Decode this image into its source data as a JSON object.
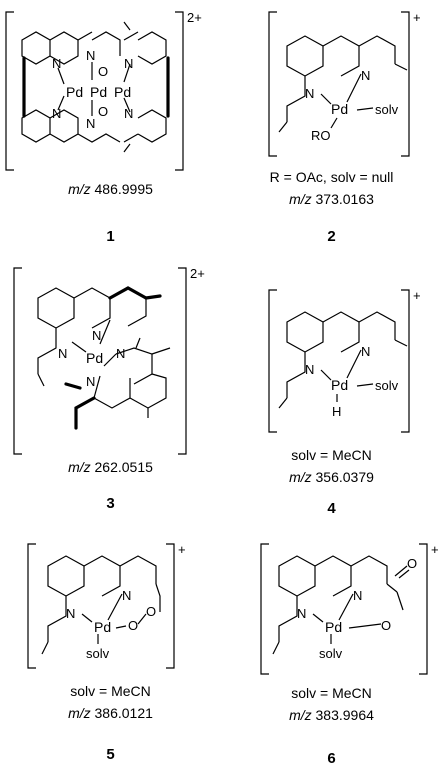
{
  "compounds": [
    {
      "number": "1",
      "charge": "2+",
      "atoms": {
        "pd_left": "Pd",
        "pd_mid": "Pd",
        "pd_right": "Pd",
        "n_a": "N",
        "n_b": "N",
        "n_c": "N",
        "n_d": "N",
        "n_e": "N",
        "n_f": "N",
        "o_top": "O",
        "o_bot": "O"
      },
      "mz_prefix": "m/z",
      "mz_value": "486.9995",
      "condition": ""
    },
    {
      "number": "2",
      "charge": "+",
      "atoms": {
        "pd": "Pd",
        "n1": "N",
        "n2": "N",
        "solv": "solv",
        "ro": "RO"
      },
      "condition": "R = OAc, solv = null",
      "mz_prefix": "m/z",
      "mz_value": "373.0163"
    },
    {
      "number": "3",
      "charge": "2+",
      "atoms": {
        "pd": "Pd",
        "n1": "N",
        "n2": "N",
        "n3": "N",
        "n4": "N"
      },
      "mz_prefix": "m/z",
      "mz_value": "262.0515",
      "condition": ""
    },
    {
      "number": "4",
      "charge": "+",
      "atoms": {
        "pd": "Pd",
        "n1": "N",
        "n2": "N",
        "solv": "solv",
        "h": "H"
      },
      "condition": "solv = MeCN",
      "mz_prefix": "m/z",
      "mz_value": "356.0379"
    },
    {
      "number": "5",
      "charge": "+",
      "atoms": {
        "pd": "Pd",
        "n1": "N",
        "n2": "N",
        "o1": "O",
        "o2": "O",
        "solv": "solv"
      },
      "condition": "solv = MeCN",
      "mz_prefix": "m/z",
      "mz_value": "386.0121"
    },
    {
      "number": "6",
      "charge": "+",
      "atoms": {
        "pd": "Pd",
        "n1": "N",
        "n2": "N",
        "o1": "O",
        "o2": "O",
        "solv": "solv"
      },
      "condition": "solv = MeCN",
      "mz_prefix": "m/z",
      "mz_value": "383.9964"
    }
  ]
}
